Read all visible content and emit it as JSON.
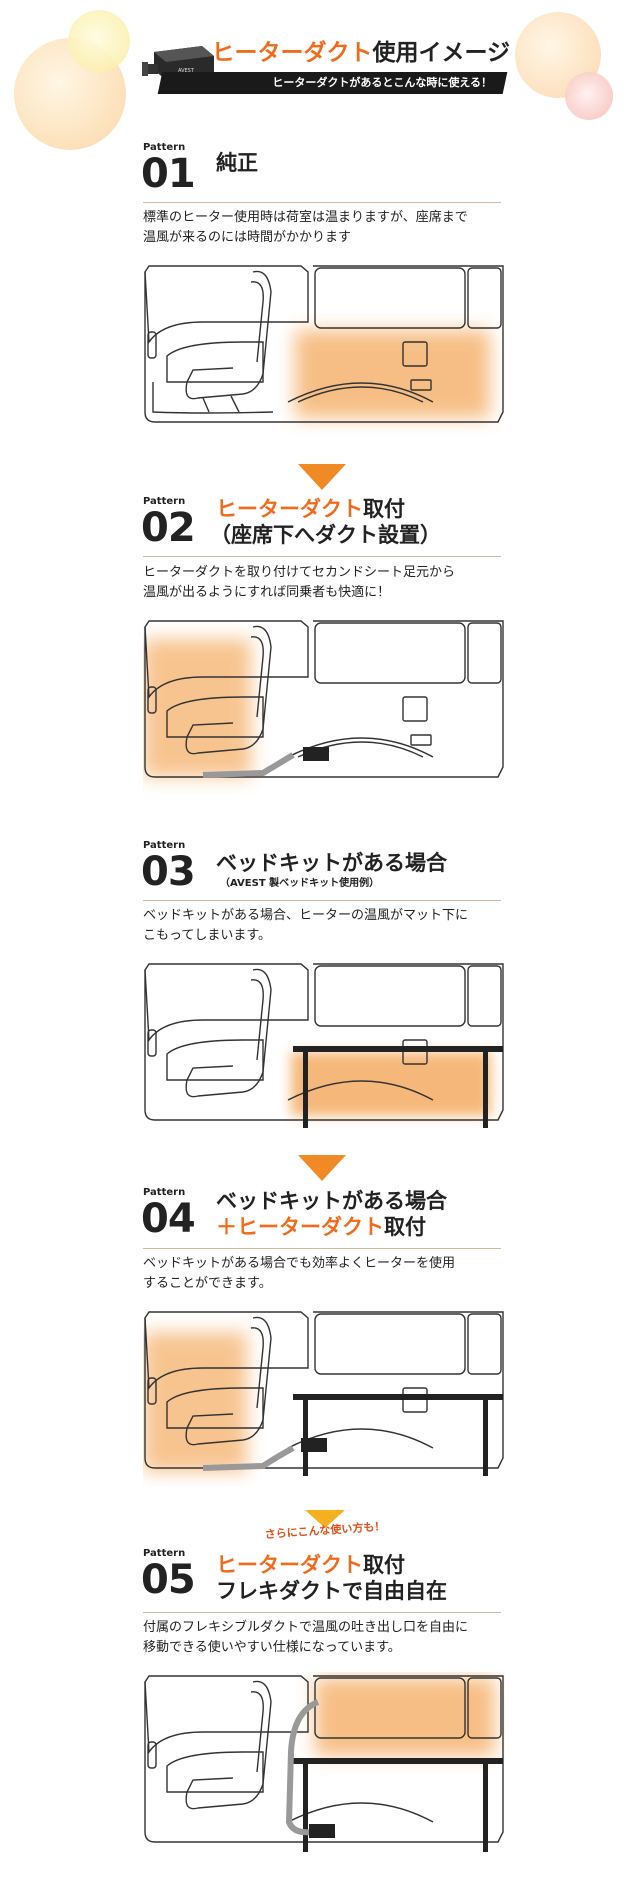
{
  "header": {
    "title_orange": "ヒーターダクト",
    "title_dark": "使用イメージ",
    "subtitle": "ヒーターダクトがあるとこんな時に使える！"
  },
  "extra_note": "さらにこんな使い方も！",
  "sections": [
    {
      "pattern_label": "Pattern",
      "number": "01",
      "heading_line1_orange": "",
      "heading_line1_dark": "純正",
      "heading_line2": "",
      "heading_sub": "",
      "desc_line1": "標準のヒーター使用時は荷室は温まりますが、座席まで",
      "desc_line2": "温風が来るのには時間がかかります"
    },
    {
      "pattern_label": "Pattern",
      "number": "02",
      "heading_line1_orange": "ヒーターダクト",
      "heading_line1_dark": "取付",
      "heading_line2": "（座席下へダクト設置）",
      "heading_sub": "",
      "desc_line1": "ヒーターダクトを取り付けてセカンドシート足元から",
      "desc_line2": "温風が出るようにすれば同乗者も快適に！"
    },
    {
      "pattern_label": "Pattern",
      "number": "03",
      "heading_line1_orange": "",
      "heading_line1_dark": "ベッドキットがある場合",
      "heading_line2": "",
      "heading_sub": "（AVEST 製ベッドキット使用例）",
      "desc_line1": "ベッドキットがある場合、ヒーターの温風がマット下に",
      "desc_line2": "こもってしまいます。"
    },
    {
      "pattern_label": "Pattern",
      "number": "04",
      "heading_line1_orange": "",
      "heading_line1_dark": "ベッドキットがある場合",
      "heading_line2_orange": "＋ヒーターダクト",
      "heading_line2_dark": "取付",
      "heading_sub": "",
      "desc_line1": "ベッドキットがある場合でも効率よくヒーターを使用",
      "desc_line2": "することができます。"
    },
    {
      "pattern_label": "Pattern",
      "number": "05",
      "heading_line1_orange": "ヒーターダクト",
      "heading_line1_dark": "取付",
      "heading_line2": "フレキダクトで自由自在",
      "heading_sub": "",
      "desc_line1": "付属のフレキシブルダクトで温風の吐き出し口を自由に",
      "desc_line2": "移動できる使いやすい仕様になっています。"
    }
  ],
  "colors": {
    "accent": "#f06c1c",
    "heat": "#f08a24",
    "rule": "#d6b89a"
  }
}
